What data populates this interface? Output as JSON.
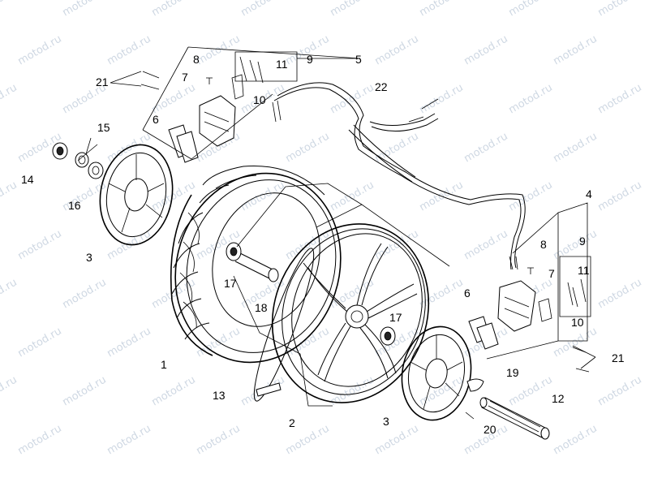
{
  "watermark": {
    "text": "motod.ru"
  },
  "colors": {
    "line": "#000000",
    "watermark": "#cfd8e3",
    "background": "#ffffff"
  },
  "callouts": {
    "c1": "1",
    "c2": "2",
    "c3a": "3",
    "c3b": "3",
    "c4": "4",
    "c5": "5",
    "c6a": "6",
    "c6b": "6",
    "c7a": "7",
    "c7b": "7",
    "c8a": "8",
    "c8b": "8",
    "c9a": "9",
    "c9b": "9",
    "c10a": "10",
    "c10b": "10",
    "c11a": "11",
    "c11b": "11",
    "c12": "12",
    "c13": "13",
    "c14": "14",
    "c15": "15",
    "c16": "16",
    "c17a": "17",
    "c17b": "17",
    "c18": "18",
    "c19": "19",
    "c20": "20",
    "c21a": "21",
    "c21b": "21",
    "c22": "22"
  }
}
